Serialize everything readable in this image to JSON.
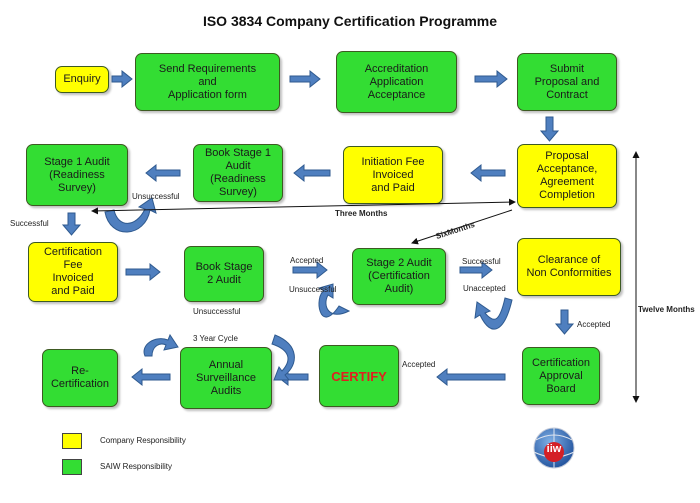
{
  "title": "ISO 3834 Company Certification Programme",
  "colors": {
    "company": "#ffff00",
    "saiw": "#33dd33",
    "arrow": "#4f7fbf",
    "arrow_edge": "#2f5a8f"
  },
  "boxes": {
    "enquiry": "Enquiry",
    "send_requirements": "Send Requirements\nand\nApplication form",
    "accreditation": "Accreditation\nApplication\nAcceptance",
    "submit_proposal": "Submit\nProposal and\nContract",
    "stage1_audit": "Stage 1 Audit\n(Readiness\nSurvey)",
    "book_stage1": "Book Stage 1\nAudit\n(Readiness\nSurvey)",
    "initiation_fee": "Initiation Fee\nInvoiced\nand Paid",
    "proposal_acceptance": "Proposal\nAcceptance,\nAgreement\nCompletion",
    "certification_fee": "Certification\nFee\nInvoiced\nand Paid",
    "book_stage2": "Book Stage\n2 Audit",
    "stage2_audit": "Stage 2 Audit\n(Certification\nAudit)",
    "clearance": "Clearance of\nNon Conformities",
    "recertification": "Re-\nCertification",
    "annual_surveillance": "Annual\nSurveillance\nAudits",
    "certify": "CERTIFY",
    "approval_board": "Certification\nApproval\nBoard"
  },
  "labels": {
    "unsuccessful_1": "Unsuccessful",
    "successful_1": "Successful",
    "three_months": "Three Months",
    "six_months": "SixMonths",
    "twelve_months": "Twelve Months",
    "accepted_1": "Accepted",
    "unsuccessful_2": "Unsuccessful",
    "unsuccessful_3": "Unsuccessful",
    "successful_2": "Successful",
    "unaccepted": "Unaccepted",
    "accepted_2": "Accepted",
    "three_year_cycle": "3 Year Cycle",
    "accepted_3": "Accepted"
  },
  "legend": {
    "company": "Company Responsibility",
    "saiw": "SAIW Responsibility"
  },
  "logo": {
    "text": "iiw",
    "icon": "iiw-globe-logo"
  }
}
